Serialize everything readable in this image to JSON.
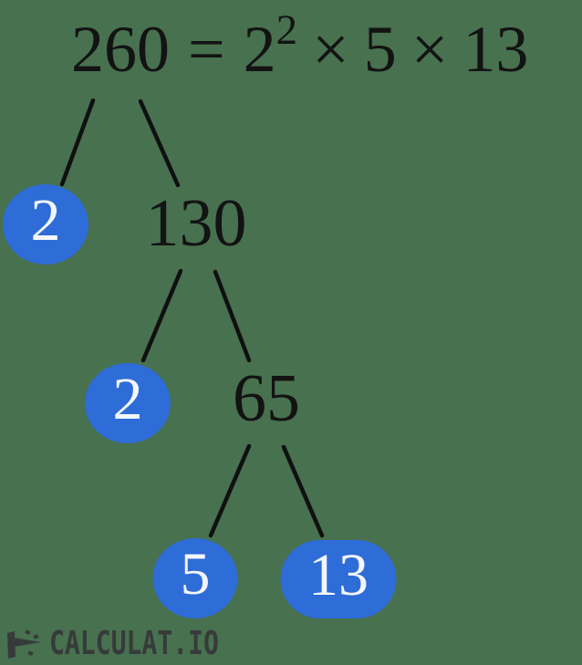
{
  "colors": {
    "background": "#48714F",
    "node-fill": "#2E6CD8",
    "node-text": "#F3F6FC",
    "ink": "#131313",
    "logo": "#363B3A"
  },
  "equation": {
    "number": "260",
    "equals_sign": "=",
    "base": "2",
    "exponent": "2",
    "times_sign_1": "×",
    "prime_factor_2": "5",
    "times_sign_2": "×",
    "prime_factor_3": "13"
  },
  "tree": {
    "root": "260",
    "nodes": [
      {
        "value": "2",
        "kind": "prime"
      },
      {
        "value": "130",
        "kind": "composite"
      },
      {
        "value": "2",
        "kind": "prime"
      },
      {
        "value": "65",
        "kind": "composite"
      },
      {
        "value": "5",
        "kind": "prime"
      },
      {
        "value": "13",
        "kind": "prime"
      }
    ]
  },
  "branding": {
    "logo_text": "CALCULAT.IO"
  }
}
